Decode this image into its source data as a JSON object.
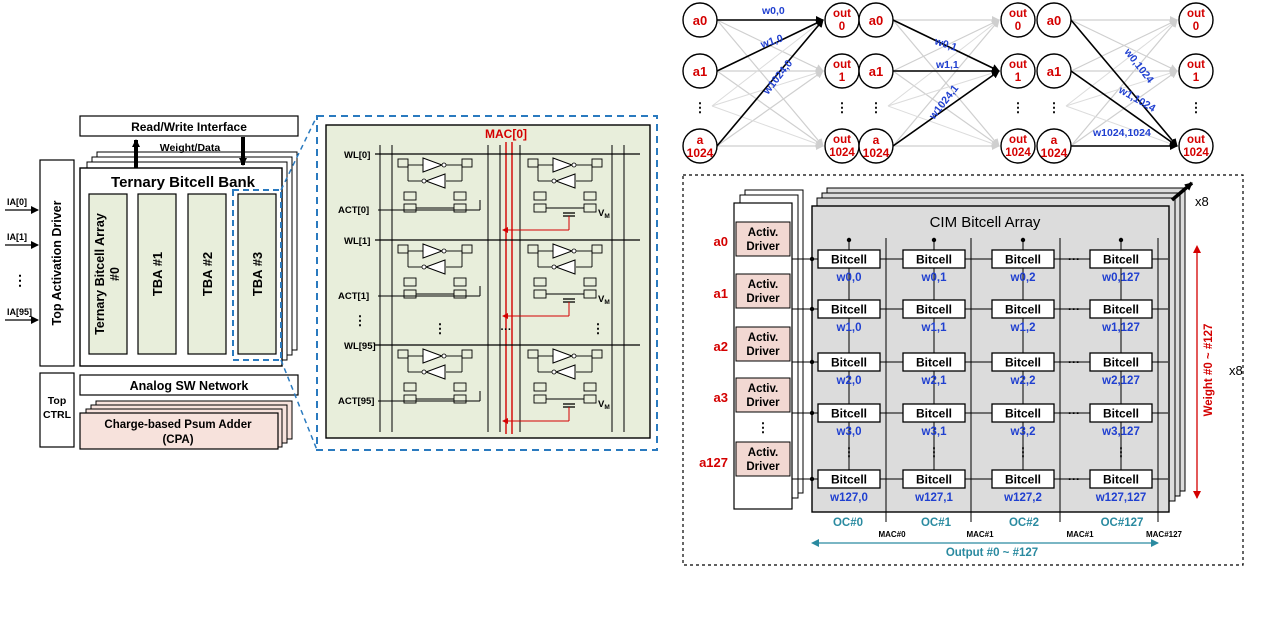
{
  "colors": {
    "red": "#d40000",
    "blue": "#1f3fd0",
    "teal": "#2a8aa0",
    "panel_fill": "#e8eedb",
    "bitcell_fill": "#dcdcdc",
    "driver_fill": "#f2d8d2",
    "dash_blue": "#2a7abf"
  },
  "left_block": {
    "rw_interface": "Read/Write Interface",
    "weight_data": "Weight/Data",
    "bank_title": "Ternary Bitcell Bank",
    "top_activation_driver": "Top Activation Driver",
    "ia_labels": [
      "IA[0]",
      "IA[1]",
      "⋮",
      "IA[95]"
    ],
    "tba0": "Ternary Bitcell Array",
    "tba0_sub": "#0",
    "tba1": "TBA #1",
    "tba2": "TBA #2",
    "tba3": "TBA #3",
    "analog_sw": "Analog SW Network",
    "top_ctrl_1": "Top",
    "top_ctrl_2": "CTRL",
    "cpa_1": "Charge-based Psum Adder",
    "cpa_2": "(CPA)"
  },
  "circuit": {
    "mac_label": "MAC[0]",
    "rows": [
      {
        "wl": "WL[0]",
        "act": "ACT[0]"
      },
      {
        "wl": "WL[1]",
        "act": "ACT[1]"
      },
      {
        "wl": "WL[95]",
        "act": "ACT[95]"
      }
    ],
    "vm": "V",
    "vm_sub": "M",
    "vdots": "⋮",
    "hdots": "···"
  },
  "networks": [
    {
      "highlight": [
        "w0,0",
        "w1,0",
        "w1024,0"
      ],
      "out": [
        [
          "out",
          "0"
        ],
        [
          "out",
          "1"
        ],
        [
          "out",
          "1024"
        ]
      ]
    },
    {
      "highlight": [
        "w0,1",
        "w1,1",
        "w1024,1"
      ],
      "out": [
        [
          "out",
          "0"
        ],
        [
          "out",
          "1"
        ],
        [
          "out",
          "1024"
        ]
      ]
    },
    {
      "highlight": [
        "w0,1024",
        "w1,1024",
        "w1024,1024"
      ],
      "out": [
        [
          "out",
          "0"
        ],
        [
          "out",
          "1"
        ],
        [
          "out",
          "1024"
        ]
      ]
    }
  ],
  "net_inputs": [
    "a0",
    "a1",
    "⋮",
    "a",
    "1024"
  ],
  "cim": {
    "title": "CIM Bitcell Array",
    "x8_top": "x8",
    "x8_right": "x8",
    "activ_driver_1": "Activ.",
    "activ_driver_2": "Driver",
    "row_inputs": [
      "a0",
      "a1",
      "a2",
      "a3",
      "a127"
    ],
    "bitcell": "Bitcell",
    "weights": [
      [
        "w0,0",
        "w0,1",
        "w0,2",
        "w0,127"
      ],
      [
        "w1,0",
        "w1,1",
        "w1,2",
        "w1,127"
      ],
      [
        "w2,0",
        "w2,1",
        "w2,2",
        "w2,127"
      ],
      [
        "w3,0",
        "w3,1",
        "w3,2",
        "w3,127"
      ],
      [
        "w127,0",
        "w127,1",
        "w127,2",
        "w127,127"
      ]
    ],
    "dots": "⋮",
    "hdots": "···",
    "oc": [
      "OC#0",
      "OC#1",
      "OC#2",
      "OC#127"
    ],
    "mac": [
      "MAC#0",
      "MAC#1",
      "MAC#1",
      "MAC#127"
    ],
    "output_range": "Output #0 ~ #127",
    "weight_range": "Weight #0 ~ #127"
  }
}
